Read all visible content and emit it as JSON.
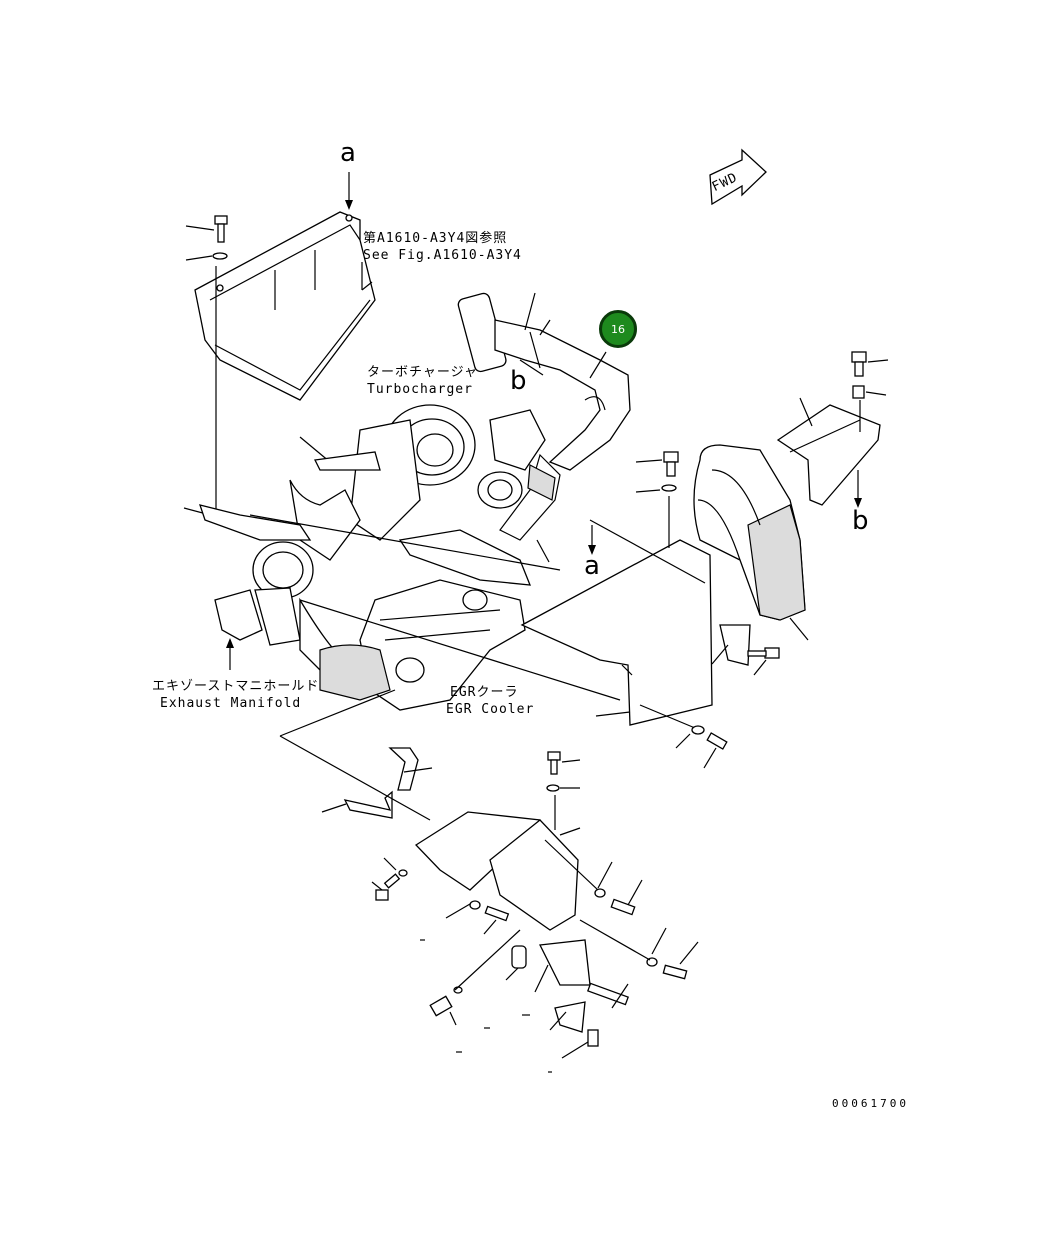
{
  "labels": {
    "ref_a_top": "a",
    "ref_a_right": "a",
    "ref_b_mid": "b",
    "ref_b_right": "b",
    "see_fig_jp": "第A1610-A3Y4図参照",
    "see_fig_en": "See Fig.A1610-A3Y4",
    "turbo_jp": "ターボチャージャ",
    "turbo_en": "Turbocharger",
    "exhaust_jp": "エキゾーストマニホールド",
    "exhaust_en": "Exhaust Manifold",
    "egr_jp": "EGRクーラ",
    "egr_en": "EGR Cooler",
    "fwd": "FWD",
    "drawing_code": "00061700"
  },
  "callouts": [
    {
      "number": "16",
      "color": "#1e8a1e"
    }
  ]
}
